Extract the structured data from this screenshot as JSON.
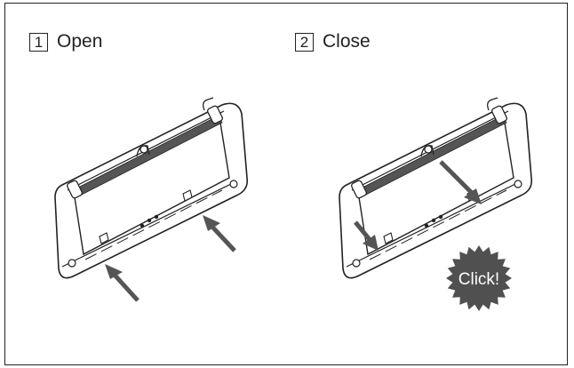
{
  "steps": [
    {
      "number": "1",
      "label": "Open"
    },
    {
      "number": "2",
      "label": "Close"
    }
  ],
  "callout": {
    "text": "Click!"
  },
  "colors": {
    "line": "#222222",
    "arrow": "#555555",
    "burst": "#505050",
    "burst_text": "#ffffff"
  }
}
